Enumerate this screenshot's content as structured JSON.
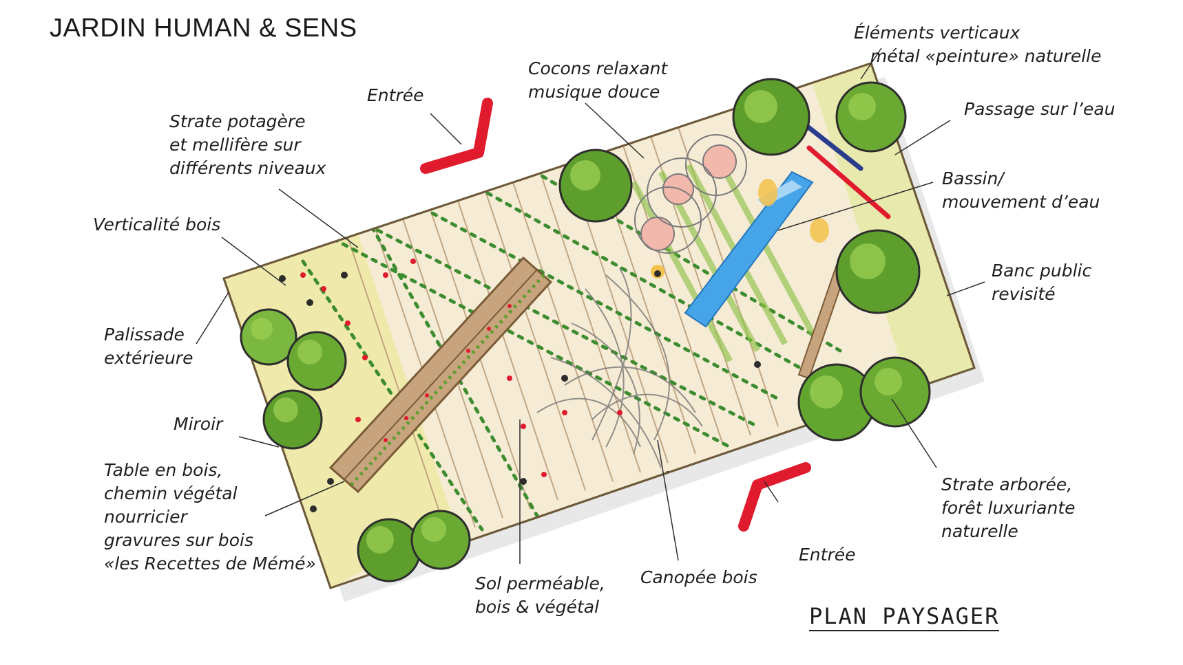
{
  "title": "JARDIN HUMAN & SENS",
  "subtitle": "PLAN PAYSAGER",
  "labels": {
    "entree_top": "Entrée",
    "strate_potagere": "Strate potagère\net mellifère sur\ndifférents niveaux",
    "verticalite": "Verticalité bois",
    "palissade": "Palissade\nextérieure",
    "miroir": "Miroir",
    "table": "Table en bois,\nchemin végétal\nnourricier\ngravures sur bois\n«les Recettes de Mémé»",
    "sol": "Sol perméable,\nbois & végétal",
    "canopee": "Canopée bois",
    "entree_bottom": "Entrée",
    "cocons": "Cocons relaxant\nmusique douce",
    "elements_verticaux": "Éléments verticaux\n   métal «peinture» naturelle",
    "passage": "Passage sur l’eau",
    "bassin": "Bassin/\nmouvement d’eau",
    "banc": "Banc public\nrevisité",
    "strate_arboree": "Strate arborée,\nforêt luxuriante\nnaturelle"
  },
  "colors": {
    "tree": "#5d9e2c",
    "tree_light": "#9ccf52",
    "path_red": "#e01b2d",
    "water": "#3f9ee3",
    "wood": "#c8a47e",
    "cocoon": "#f3b8ac",
    "bar_blue": "#2a3c8c",
    "ink": "#1e1e1e"
  }
}
